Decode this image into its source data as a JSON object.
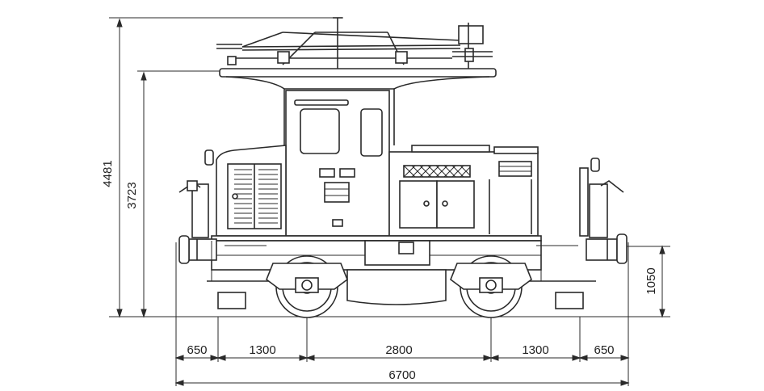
{
  "dimensions": {
    "overall_height": "4481",
    "pantograph_down_height": "3723",
    "buffer_height": "1050",
    "overhang_left": "650",
    "axle_to_end_left": "1300",
    "wheelbase": "2800",
    "axle_to_end_right": "1300",
    "overhang_right": "650",
    "overall_length": "6700"
  }
}
